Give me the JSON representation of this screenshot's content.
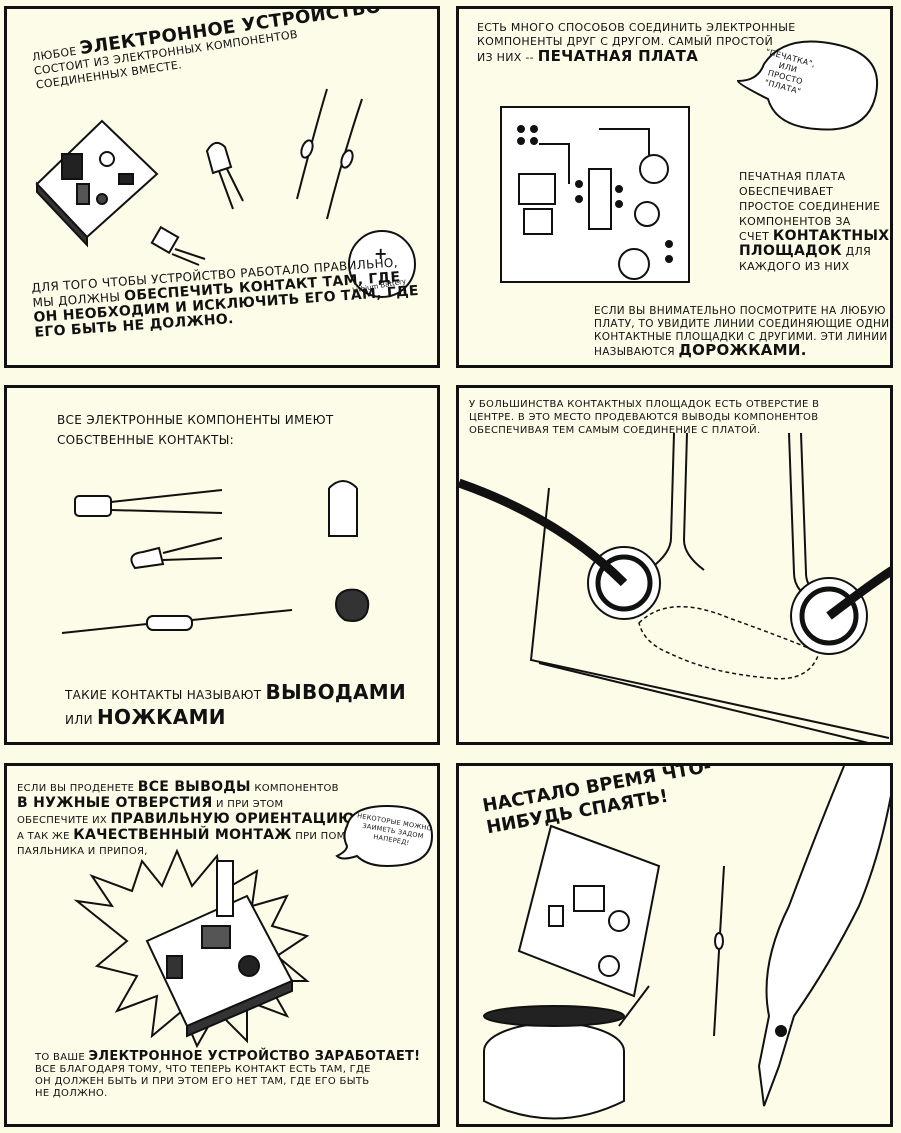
{
  "panel1": {
    "intro_normal": "Любое",
    "intro_bold": "электронное устройство",
    "intro_rest_1": "состоит из электронных компонентов",
    "intro_rest_2": "соединенных вместе.",
    "battery_label": "Lithium Battery",
    "outro_1": "Для того чтобы устройство работало правильно,",
    "outro_2_normal": "мы должны",
    "outro_2_bold": "обеспечить контакт там, где",
    "outro_3_bold": "он необходим и исключить его там, где",
    "outro_4_bold": "его быть не должно."
  },
  "panel2": {
    "text_1": "Есть много способов соединить электронные",
    "text_2": "компоненты друг с другом. Самый простой",
    "text_3_normal": "из них --",
    "text_3_bold": "печатная плата",
    "bubble_1": "\"Печатка\",",
    "bubble_2": "или",
    "bubble_3": "просто",
    "bubble_4": "\"плата\"",
    "side_1": "Печатная плата",
    "side_2": "обеспечивает",
    "side_3": "простое соединение",
    "side_4": "компонентов за",
    "side_5_normal": "счет",
    "side_5_bold": "контактных",
    "side_6_bold": "площадок",
    "side_6_normal": "для",
    "side_7": "каждого из них",
    "bottom_1": "Если вы внимательно посмотрите на любую",
    "bottom_2": "плату, то увидите линии соединяющие одни",
    "bottom_3": "контактные площадки с другими. Эти линии",
    "bottom_4_normal": "называются",
    "bottom_4_bold": "дорожками."
  },
  "panel3": {
    "text_1": "Все электронные компоненты имеют",
    "text_2": "собственные контакты:",
    "caption_normal": "Такие контакты называют",
    "caption_bold_1": "выводами",
    "caption_or": "или",
    "caption_bold_2": "ножками"
  },
  "panel4": {
    "text_1": "У большинства контактных площадок есть отверстие в",
    "text_2": "центре. В это место продеваются выводы компонентов",
    "text_3": "обеспечивая тем самым соединение с платой."
  },
  "panel5": {
    "text_1_normal": "Если вы проденете",
    "text_1_bold": "все выводы",
    "text_1_end": "компонентов",
    "text_2_bold": "в нужные отверстия",
    "text_2_normal": "и при этом",
    "text_3_normal": "обеспечите их",
    "text_3_bold": "правильную ориентацию,",
    "text_4_normal": "а так же",
    "text_4_bold": "качественный монтаж",
    "text_4_end": "при помощи",
    "text_5": "паяльника и припоя,",
    "bubble_1": "Некоторые можно",
    "bubble_2": "заиметь задом",
    "bubble_3": "наперед!",
    "bottom_1_normal": "То ваше",
    "bottom_1_bold": "электронное устройство заработает!",
    "bottom_2": "Все благодаря тому, что теперь контакт есть там, где",
    "bottom_3": "он должен быть и при этом его нет там, где его быть",
    "bottom_4": "не должно."
  },
  "panel6": {
    "title_1": "Настало время что-",
    "title_2": "нибудь спаять!"
  }
}
